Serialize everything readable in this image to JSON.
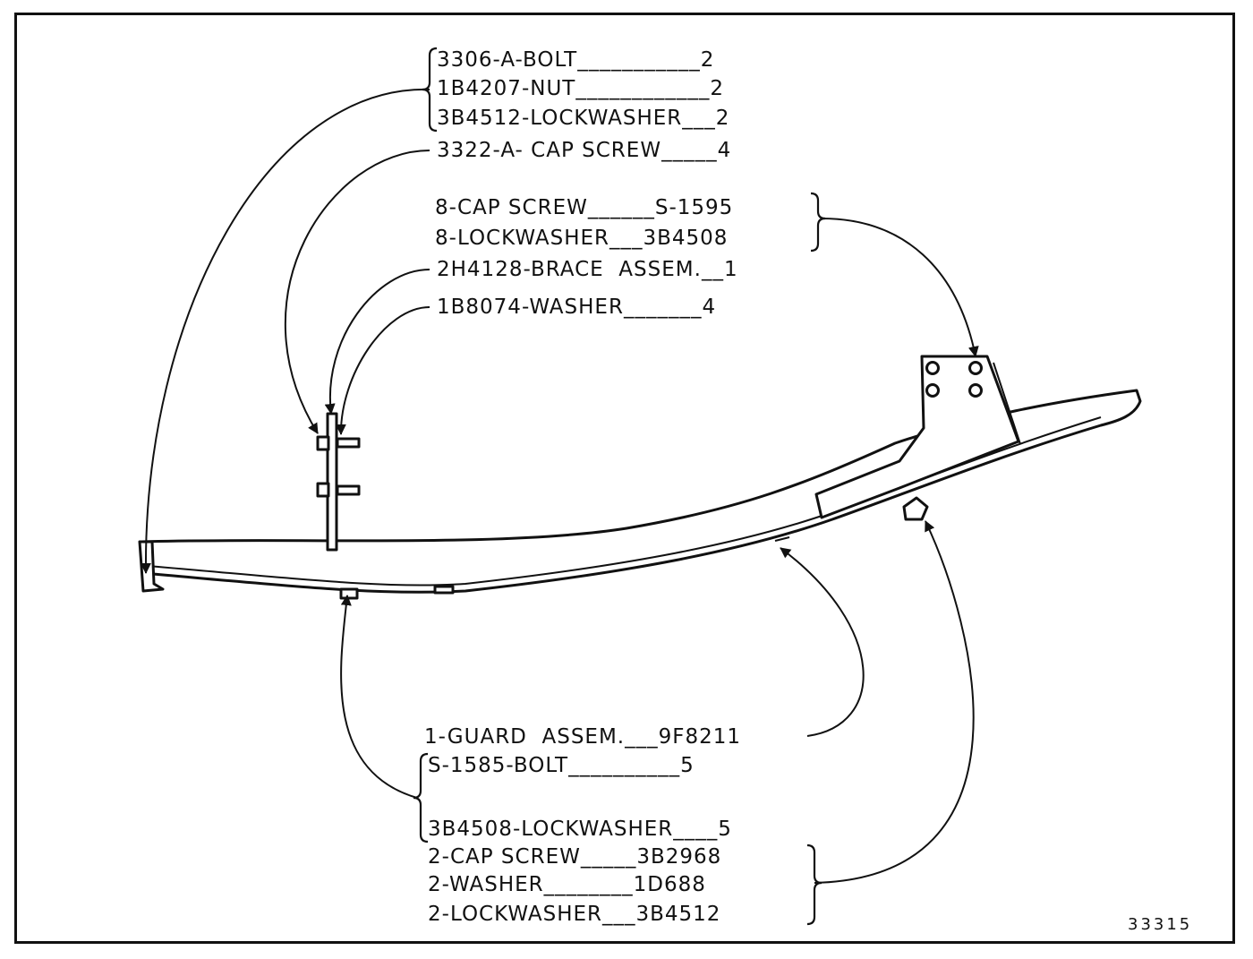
{
  "figure_number": "33315",
  "groups": {
    "bolt_group": [
      {
        "part": "3306-A-BOLT",
        "leader": "___________",
        "qty": "2"
      },
      {
        "part": "1B4207-NUT",
        "leader": "____________",
        "qty": "2"
      },
      {
        "part": "3B4512-LOCKWASHER",
        "leader": "___",
        "qty": "2"
      }
    ],
    "cap_screw": {
      "part": "3322-A- CAP SCREW",
      "leader": "_____",
      "qty": "4"
    },
    "bracket_group": [
      {
        "qty": "8",
        "part": "CAP SCREW",
        "leader": "______",
        "number": "S-1595"
      },
      {
        "qty": "8",
        "part": "LOCKWASHER",
        "leader": "___",
        "number": "3B4508"
      }
    ],
    "brace": {
      "part": "2H4128-BRACE  ASSEM.",
      "leader": "__",
      "qty": "1"
    },
    "washer": {
      "part": "1B8074-WASHER",
      "leader": "_______",
      "qty": "4"
    },
    "guard": {
      "qty": "1",
      "part": "GUARD  ASSEM.",
      "leader": "___",
      "number": "9F8211"
    },
    "guard_bolts": [
      {
        "part": "S-1585-BOLT",
        "leader": "__________",
        "qty": "5"
      },
      {
        "part": "3B4508-LOCKWASHER",
        "leader": "____",
        "qty": "5"
      }
    ],
    "bottom_group": [
      {
        "qty": "2",
        "part": "CAP SCREW",
        "leader": "_____",
        "number": "3B2968"
      },
      {
        "qty": "2",
        "part": "WASHER",
        "leader": "________",
        "number": "1D688"
      },
      {
        "qty": "2",
        "part": "LOCKWASHER",
        "leader": "___",
        "number": "3B4512"
      }
    ]
  }
}
